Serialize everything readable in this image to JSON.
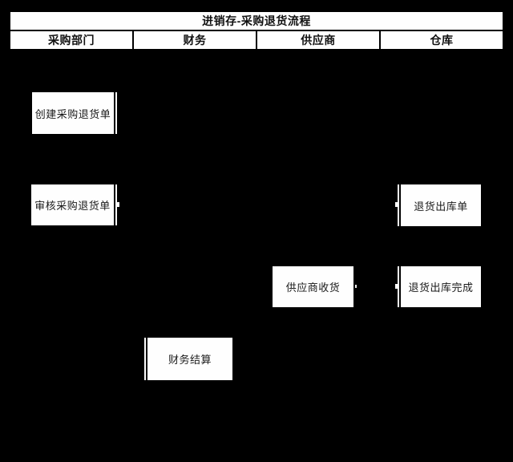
{
  "title": "进销存-采购退货流程",
  "lanes": [
    {
      "label": "采购部门"
    },
    {
      "label": "财务"
    },
    {
      "label": "供应商"
    },
    {
      "label": "仓库"
    }
  ],
  "nodes": [
    {
      "label": "创建采购退货单",
      "lane": "采购部门"
    },
    {
      "label": "审核采购退货单",
      "lane": "采购部门"
    },
    {
      "label": "退货出库单",
      "lane": "仓库"
    },
    {
      "label": "供应商收货",
      "lane": "供应商"
    },
    {
      "label": "退货出库完成",
      "lane": "仓库"
    },
    {
      "label": "财务结算",
      "lane": "财务"
    }
  ],
  "colors": {
    "background": "#000000",
    "cell_fill": "#fefefe",
    "text": "#111111",
    "border": "#000000"
  }
}
